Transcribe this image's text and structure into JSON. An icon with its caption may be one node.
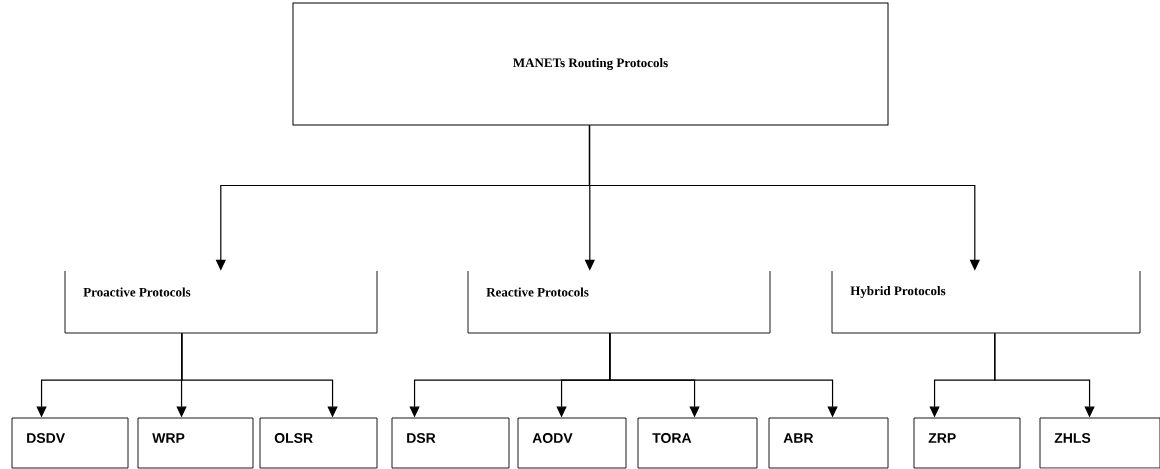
{
  "diagram": {
    "nodes": [
      {
        "text": [
          "MANETs Routing Protocols"
        ]
      },
      {
        "text": [
          "Proactive Protocols"
        ]
      },
      {
        "text": [
          "Reactive Protocols"
        ]
      },
      {
        "text": [
          "Hybrid Protocols"
        ]
      },
      {
        "text": [
          "DSDV"
        ]
      },
      {
        "text": [
          "WRP"
        ]
      },
      {
        "text": [
          "OLSR"
        ]
      },
      {
        "text": [
          "DSR"
        ]
      },
      {
        "text": [
          "AODV"
        ]
      },
      {
        "text": [
          "TORA"
        ]
      },
      {
        "text": [
          "ABR"
        ]
      },
      {
        "text": [
          "ZRP"
        ]
      },
      {
        "text": [
          "ZHLS"
        ]
      }
    ],
    "edges": [
      {
        "from": 0,
        "to": 1,
        "arrow": "to"
      },
      {
        "from": 0,
        "to": 2,
        "arrow": "to"
      },
      {
        "from": 0,
        "to": 3,
        "arrow": "to"
      },
      {
        "from": 1,
        "to": 4,
        "arrow": "to"
      },
      {
        "from": 1,
        "to": 5,
        "arrow": "to"
      },
      {
        "from": 1,
        "to": 6,
        "arrow": "to"
      },
      {
        "from": 2,
        "to": 7,
        "arrow": "to"
      },
      {
        "from": 2,
        "to": 8,
        "arrow": "to"
      },
      {
        "from": 2,
        "to": 9,
        "arrow": "to"
      },
      {
        "from": 2,
        "to": 10,
        "arrow": "to"
      },
      {
        "from": 3,
        "to": 11,
        "arrow": "to"
      },
      {
        "from": 3,
        "to": 12,
        "arrow": "to"
      }
    ]
  }
}
